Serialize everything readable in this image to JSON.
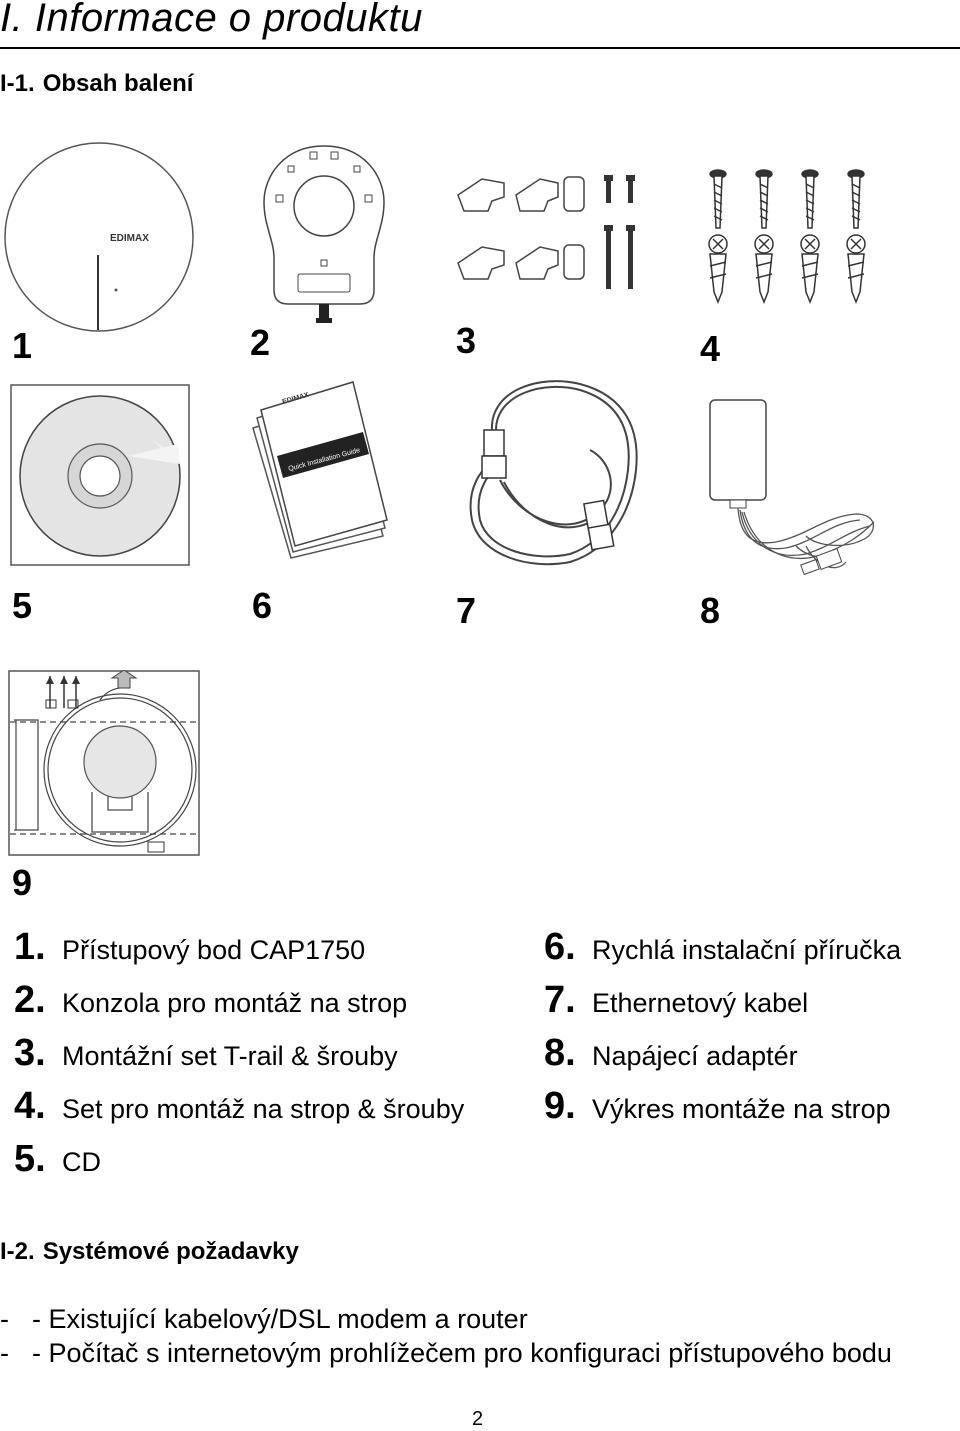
{
  "heading": {
    "title": "I.  Informace o produktu"
  },
  "section1": {
    "num": "I-1.",
    "title": "Obsah balení"
  },
  "figures": [
    {
      "label": "1"
    },
    {
      "label": "2"
    },
    {
      "label": "3"
    },
    {
      "label": "4"
    },
    {
      "label": "5"
    },
    {
      "label": "6"
    },
    {
      "label": "7"
    },
    {
      "label": "8"
    },
    {
      "label": "9"
    }
  ],
  "product_label": "EDIMAX",
  "guide_label": "Quick Installation Guide",
  "items_left": [
    {
      "num": "1.",
      "text": "Přístupový bod CAP1750"
    },
    {
      "num": "2.",
      "text": "Konzola pro montáž na strop"
    },
    {
      "num": "3.",
      "text": "Montážní set T-rail & šrouby"
    },
    {
      "num": "4.",
      "text": "Set pro montáž na strop & šrouby"
    },
    {
      "num": "5.",
      "text": "CD"
    }
  ],
  "items_right": [
    {
      "num": "6.",
      "text": "Rychlá instalační příručka"
    },
    {
      "num": "7.",
      "text": "Ethernetový kabel"
    },
    {
      "num": "8.",
      "text": "Napájecí adaptér"
    },
    {
      "num": "9.",
      "text": "Výkres montáže na strop"
    }
  ],
  "section2": {
    "num": "I-2.",
    "title": "Systémové požadavky"
  },
  "requirements": [
    {
      "dash": "-",
      "text": "- Existující kabelový/DSL modem a router"
    },
    {
      "dash": "-",
      "text": "- Počítač s internetovým prohlížečem pro konfiguraci přístupového bodu"
    }
  ],
  "page_number": "2"
}
